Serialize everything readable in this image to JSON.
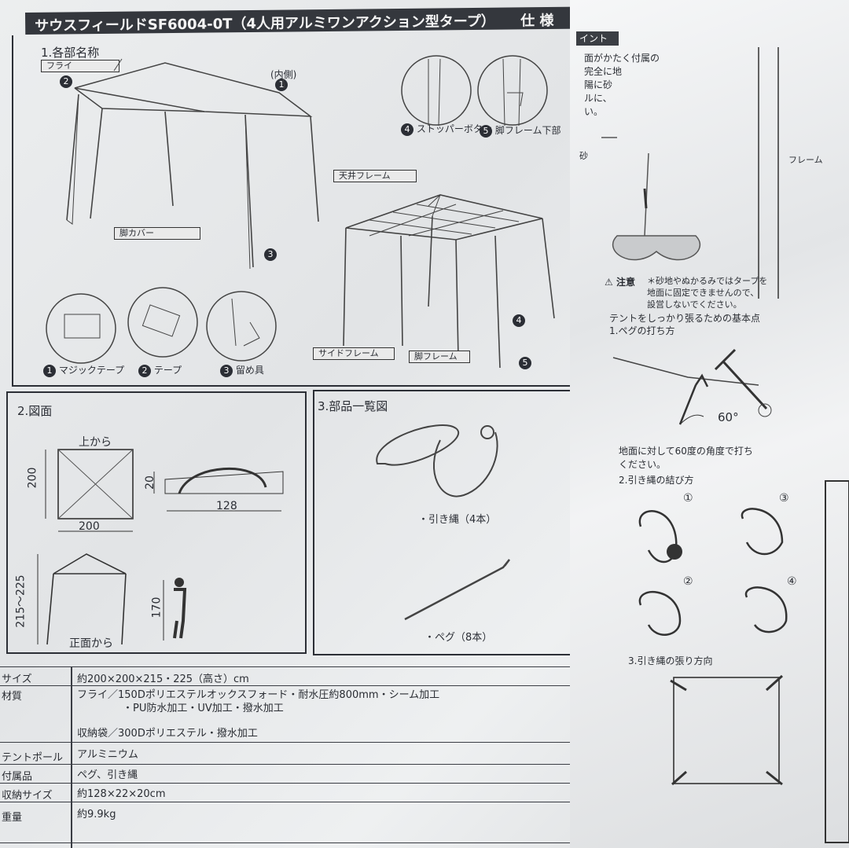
{
  "header": {
    "title": "サウスフィールドSF6004-0T（4人用アルミワンアクション型タープ）",
    "spec": "仕 様"
  },
  "section1": {
    "title": "1.各部名称",
    "labels": {
      "fly": "フライ",
      "inside": "(内側)",
      "leg_cover": "脚カバー",
      "ceiling_frame": "天井フレーム",
      "side_frame": "サイドフレーム",
      "leg_frame": "脚フレーム"
    },
    "numbers": [
      "1",
      "2",
      "3",
      "4",
      "5"
    ],
    "parts": [
      {
        "n": "1",
        "label": "マジックテープ"
      },
      {
        "n": "2",
        "label": "テープ"
      },
      {
        "n": "3",
        "label": "留め具"
      },
      {
        "n": "4",
        "label": "ストッパーボタン"
      },
      {
        "n": "5",
        "label": "脚フレーム下部"
      }
    ]
  },
  "section2": {
    "title": "2.図面",
    "top_view": "上から",
    "front_view": "正面から",
    "dims": {
      "w": "200",
      "d": "200",
      "bag_h": "20",
      "bag_l": "128",
      "height": "215〜225",
      "person": "170"
    }
  },
  "section3": {
    "title": "3.部品一覧図",
    "items": [
      "・引き縄（4本）",
      "・ペグ（8本）"
    ]
  },
  "specs": [
    {
      "k": "サイズ",
      "v": "約200×200×215・225（高さ）cm"
    },
    {
      "k": "材質",
      "v": "フライ／150Dポリエステルオックスフォード・耐水圧約800mm・シーム加工"
    },
    {
      "k": "",
      "v": "・PU防水加工・UV加工・撥水加工"
    },
    {
      "k": "",
      "v": "収納袋／300Dポリエステル・撥水加工"
    },
    {
      "k": "テントポール",
      "v": "アルミニウム"
    },
    {
      "k": "付属品",
      "v": "ペグ、引き縄"
    },
    {
      "k": "収納サイズ",
      "v": "約128×22×20cm"
    },
    {
      "k": "重量",
      "v": "約9.9kg"
    }
  ],
  "right": {
    "point": "イント",
    "intro": [
      "面がかたく付属の",
      "完全に地",
      "陽に砂",
      "ルに、",
      "い。"
    ],
    "caution_label": "注意",
    "caution": [
      "＊砂地やぬかるみではタープを",
      "地面に固定できませんので、",
      "設営しないでください。"
    ],
    "basics": "テントをしっかり張るための基本点",
    "peg_title": "1.ペグの打ち方",
    "angle": "60°",
    "peg_note": [
      "地面に対して60度の角度で打ち",
      "ください。"
    ],
    "rope_title": "2.引き縄の結び方",
    "steps": [
      "①",
      "②",
      "③",
      "④"
    ],
    "dir_title": "3.引き縄の張り方向",
    "sand": "砂",
    "frame_cut": "フレーム"
  }
}
